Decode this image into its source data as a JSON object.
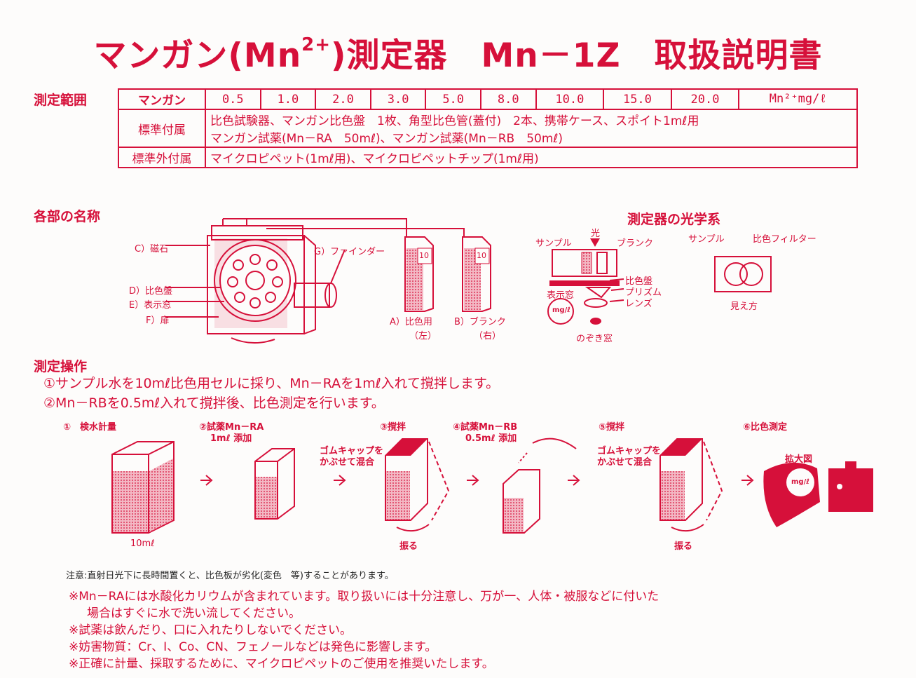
{
  "title": {
    "main_a": "マンガン(Mn",
    "sup": "2+",
    "main_b": ")測定器　Mn－1Z　取扱説明書"
  },
  "sections": {
    "range": "測定範囲",
    "parts": "各部の名称",
    "optics": "測定器の光学系",
    "operation": "測定操作"
  },
  "spec": {
    "range_label": "マンガン",
    "range_values": [
      "0.5",
      "1.0",
      "2.0",
      "3.0",
      "5.0",
      "8.0",
      "10.0",
      "15.0",
      "20.0"
    ],
    "unit": "Mn²⁺mg/ℓ",
    "std_label": "標準付属",
    "std_line1": "比色試験器、マンガン比色盤　1枚、角型比色管(蓋付)　2本、携帯ケース、スポイト1mℓ用",
    "std_line2": "マンガン試薬(Mn－RA　50mℓ)、マンガン試薬(Mn－RB　50mℓ)",
    "opt_label": "標準外付属",
    "opt_line": "マイクロピペット(1mℓ用)、マイクロピペットチップ(1mℓ用)"
  },
  "parts": {
    "c": "C）磁石",
    "d": "D）比色盤",
    "e": "E）表示窓",
    "f": "F）扉",
    "g": "G）ファインダー",
    "a": "A）比色用",
    "a_sub": "（左）",
    "b": "B）ブランク",
    "b_sub": "（右）",
    "cell_mark": "10"
  },
  "optics": {
    "sample": "サンプル",
    "light": "光",
    "blank": "ブランク",
    "disc": "比色盤",
    "prism": "プリズム",
    "lens": "レンズ",
    "display": "表示窓",
    "unit": "mg/ℓ",
    "peep": "のぞき窓",
    "sample2": "サンプル",
    "filter": "比色フィルター",
    "view": "見え方"
  },
  "operation": {
    "line1": "①サンプル水を10mℓ比色用セルに採り、Mn－RAを1mℓ入れて撹拌します。",
    "line2": "②Mn－RBを0.5mℓ入れて撹拌後、比色測定を行います。"
  },
  "steps": {
    "s1": "①　検水計量",
    "s1_vol": "10mℓ",
    "s2a": "②試薬Mn－RA",
    "s2b": "1mℓ 添加",
    "s3": "③撹拌",
    "cap_a": "ゴムキャップを",
    "cap_b": "かぶせて混合",
    "shake": "振る",
    "s4a": "④試薬Mn－RB",
    "s4b": "0.5mℓ 添加",
    "s5": "⑤撹拌",
    "cap2_a": "ゴムキャップを",
    "cap2_b": "かぶせて混合",
    "shake2": "振る",
    "s6": "⑥比色測定",
    "zoom": "拡大図",
    "unit": "mg/ℓ"
  },
  "notes": {
    "caution": "注意:直射日光下に長時間置くと、比色板が劣化(変色　等)することがあります。",
    "w1a": "※Mn－RAには水酸化カリウムが含まれています。取り扱いには十分注意し、万が一、人体・被服などに付いた",
    "w1b": "場合はすぐに水で洗い流してください。",
    "w2": "※試薬は飲んだり、口に入れたりしないでください。",
    "w3": "※妨害物質：Cr、I、Co、CN、フェノールなどは発色に影響します。",
    "w4": "※正確に計量、採取するために、マイクロピペットのご使用を推奨いたします。"
  },
  "colors": {
    "brand": "#d6103a"
  }
}
